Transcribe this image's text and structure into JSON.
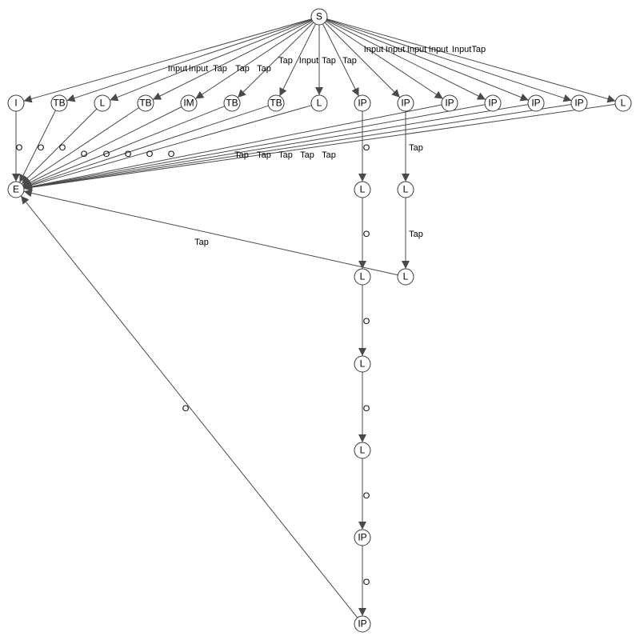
{
  "graph": {
    "nodes": [
      {
        "id": "S",
        "label": "S"
      },
      {
        "id": "n1",
        "label": "I"
      },
      {
        "id": "n2",
        "label": "TB"
      },
      {
        "id": "n3",
        "label": "L"
      },
      {
        "id": "n4",
        "label": "TB"
      },
      {
        "id": "n5",
        "label": "IM"
      },
      {
        "id": "n6",
        "label": "TB"
      },
      {
        "id": "n7",
        "label": "TB"
      },
      {
        "id": "n8",
        "label": "L"
      },
      {
        "id": "n9",
        "label": "IP"
      },
      {
        "id": "n10",
        "label": "IP"
      },
      {
        "id": "n11",
        "label": "IP"
      },
      {
        "id": "n12",
        "label": "IP"
      },
      {
        "id": "n13",
        "label": "IP"
      },
      {
        "id": "n14",
        "label": "IP"
      },
      {
        "id": "n15",
        "label": "L"
      },
      {
        "id": "E",
        "label": "E"
      },
      {
        "id": "a1",
        "label": "L"
      },
      {
        "id": "b1",
        "label": "L"
      },
      {
        "id": "a2",
        "label": "L"
      },
      {
        "id": "b2",
        "label": "L"
      },
      {
        "id": "a3",
        "label": "L"
      },
      {
        "id": "a4",
        "label": "L"
      },
      {
        "id": "a5",
        "label": "IP"
      },
      {
        "id": "a6",
        "label": "IP"
      }
    ],
    "edges": [
      {
        "from": "S",
        "to": "n1",
        "label": ""
      },
      {
        "from": "S",
        "to": "n2",
        "label": "Input"
      },
      {
        "from": "S",
        "to": "n3",
        "label": "Input"
      },
      {
        "from": "S",
        "to": "n4",
        "label": "Tap"
      },
      {
        "from": "S",
        "to": "n5",
        "label": "Tap"
      },
      {
        "from": "S",
        "to": "n6",
        "label": "Tap"
      },
      {
        "from": "S",
        "to": "n7",
        "label": "Tap"
      },
      {
        "from": "S",
        "to": "n8",
        "label": "Input"
      },
      {
        "from": "S",
        "to": "n9",
        "label": "Tap"
      },
      {
        "from": "S",
        "to": "n10",
        "label": "Tap"
      },
      {
        "from": "S",
        "to": "n11",
        "label": "Input"
      },
      {
        "from": "S",
        "to": "n12",
        "label": "Input"
      },
      {
        "from": "S",
        "to": "n13",
        "label": "Input"
      },
      {
        "from": "S",
        "to": "n14",
        "label": "Input"
      },
      {
        "from": "S",
        "to": "n15",
        "label": "InputTap"
      },
      {
        "from": "n1",
        "to": "E",
        "label": "O"
      },
      {
        "from": "n2",
        "to": "E",
        "label": "O"
      },
      {
        "from": "n3",
        "to": "E",
        "label": "O"
      },
      {
        "from": "n4",
        "to": "E",
        "label": "O"
      },
      {
        "from": "n5",
        "to": "E",
        "label": "O"
      },
      {
        "from": "n6",
        "to": "E",
        "label": "O"
      },
      {
        "from": "n7",
        "to": "E",
        "label": "O"
      },
      {
        "from": "n8",
        "to": "E",
        "label": "O"
      },
      {
        "from": "n11",
        "to": "E",
        "label": "Tap"
      },
      {
        "from": "n12",
        "to": "E",
        "label": "Tap"
      },
      {
        "from": "n13",
        "to": "E",
        "label": "Tap"
      },
      {
        "from": "n14",
        "to": "E",
        "label": "Tap"
      },
      {
        "from": "n15",
        "to": "E",
        "label": "Tap"
      },
      {
        "from": "n9",
        "to": "a1",
        "label": "O"
      },
      {
        "from": "n10",
        "to": "b1",
        "label": "Tap"
      },
      {
        "from": "a1",
        "to": "a2",
        "label": "O"
      },
      {
        "from": "b1",
        "to": "b2",
        "label": "Tap"
      },
      {
        "from": "b2",
        "to": "E",
        "label": "Tap"
      },
      {
        "from": "a2",
        "to": "a3",
        "label": "O"
      },
      {
        "from": "a3",
        "to": "a4",
        "label": "O"
      },
      {
        "from": "a4",
        "to": "a5",
        "label": "O"
      },
      {
        "from": "a5",
        "to": "a6",
        "label": "O"
      },
      {
        "from": "a6",
        "to": "E",
        "label": "O"
      }
    ]
  }
}
